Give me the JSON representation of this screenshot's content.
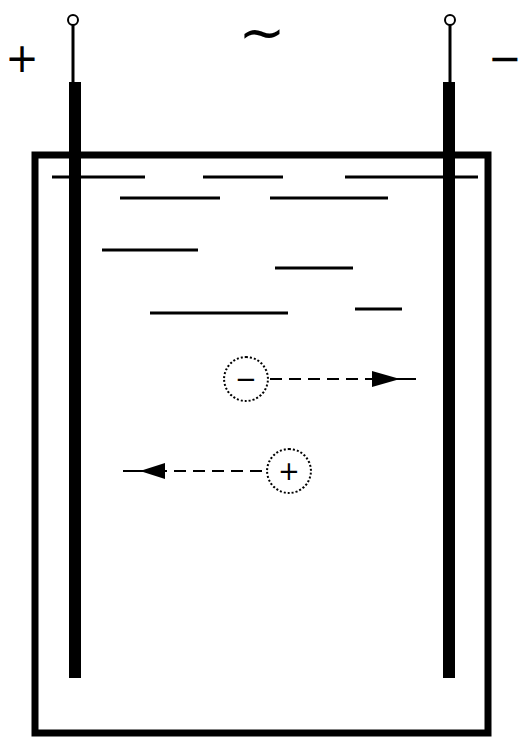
{
  "diagram": {
    "nodes": [
      {
        "text": [
          "−"
        ]
      },
      {
        "text": [
          "+"
        ]
      }
    ],
    "labels": [
      "+",
      "~",
      "−"
    ]
  }
}
